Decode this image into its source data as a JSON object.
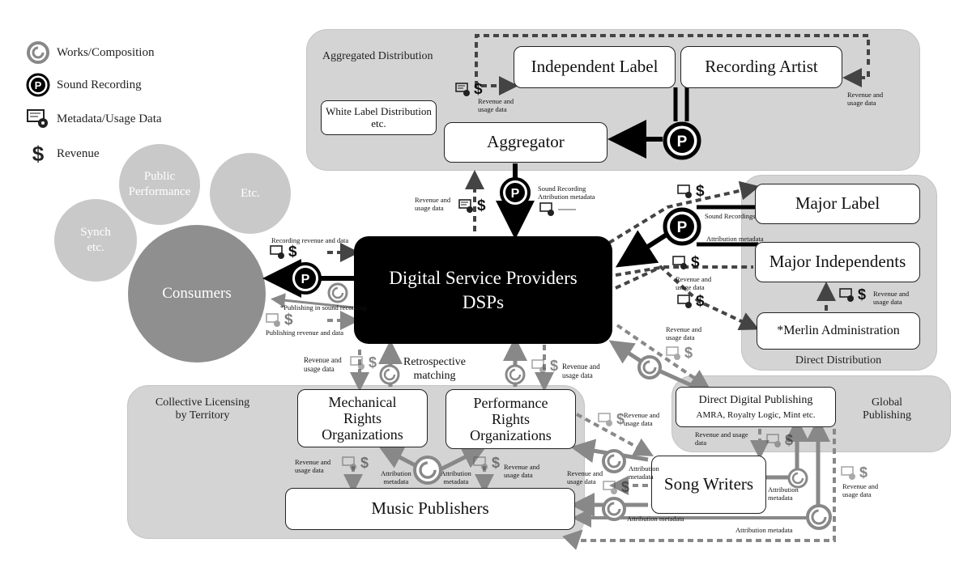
{
  "legend": {
    "works": "Works/Composition",
    "sound": "Sound Recording",
    "metadata": "Metadata/Usage Data",
    "revenue": "Revenue"
  },
  "regions": {
    "aggregated": "Aggregated Distribution",
    "direct": "Direct Distribution",
    "collective": "Collective Licensing\nby Territory",
    "global": "Global\nPublishing"
  },
  "nodes": {
    "independent_label": "Independent Label",
    "recording_artist": "Recording  Artist",
    "white_label": "White Label Distribution\netc.",
    "aggregator": "Aggregator",
    "major_label": "Major Label",
    "major_independents": "Major Independents",
    "merlin": "*Merlin Administration",
    "dsp": "Digital Service Providers\nDSPs",
    "direct_digital_title": "Direct Digital Publishing",
    "direct_digital_sub": "AMRA, Royalty Logic, Mint etc.",
    "mechanical": "Mechanical\nRights\nOrganizations",
    "performance": "Performance\nRights\nOrganizations",
    "music_publishers": "Music Publishers",
    "song_writers": "Song Writers"
  },
  "circles": {
    "public_performance": "Public\nPerformance",
    "etc": "Etc.",
    "synch": "Synch\netc.",
    "consumers": "Consumers"
  },
  "annotations": {
    "rev_usage_top": "Revenue and\nusage data",
    "rev_usage_artist": "Revenue and\nusage data",
    "rev_usage_agg": "Revenue and\nusage data",
    "sound_attr": "Sound Recording\nAttribution metadata",
    "sound_recordings": "Sound Recordings",
    "attribution_metadata_major": "Attribution metadata",
    "rev_usage_major": "Revenue and\nusage data",
    "rev_usage_merlin": "Revenue and\nusage data",
    "rev_usage_ddp": "Revenue and\nusage data",
    "recording_revenue": "Recording revenue and data",
    "publishing_in_sound": "*Publishing in sound recording",
    "publishing_revenue": "Publishing revenue and data",
    "rev_usage_mech": "Revenue and\nusage data",
    "retrospective": "Retrospective\nmatching",
    "rev_usage_perf": "Revenue and\nusage data",
    "rev_usage_perf_sw": "Revenue and\nusage data",
    "rev_usage_ddp_left": "Revenue and usage\ndata",
    "rev_usage_mp_left": "Revenue and\nusage data",
    "attr_meta_left": "Attribution\nmetadata",
    "attr_meta_right": "Attribution\nmetadata",
    "rev_usage_mp_right": "Revenue and\nusage data",
    "rev_usage_sw": "Revenue and\nusage data",
    "attr_meta_sw": "Attribution\nmetadata",
    "attr_meta_sw2": "Attribution\nmetadata",
    "attr_meta_bottom": "Attribution metadata",
    "attr_meta_bottom2": "Attribution metadata",
    "rev_usage_far_right": "Revenue and\nusage data"
  },
  "symbols": {
    "p": "P",
    "c": "C",
    "dollar": "$"
  }
}
